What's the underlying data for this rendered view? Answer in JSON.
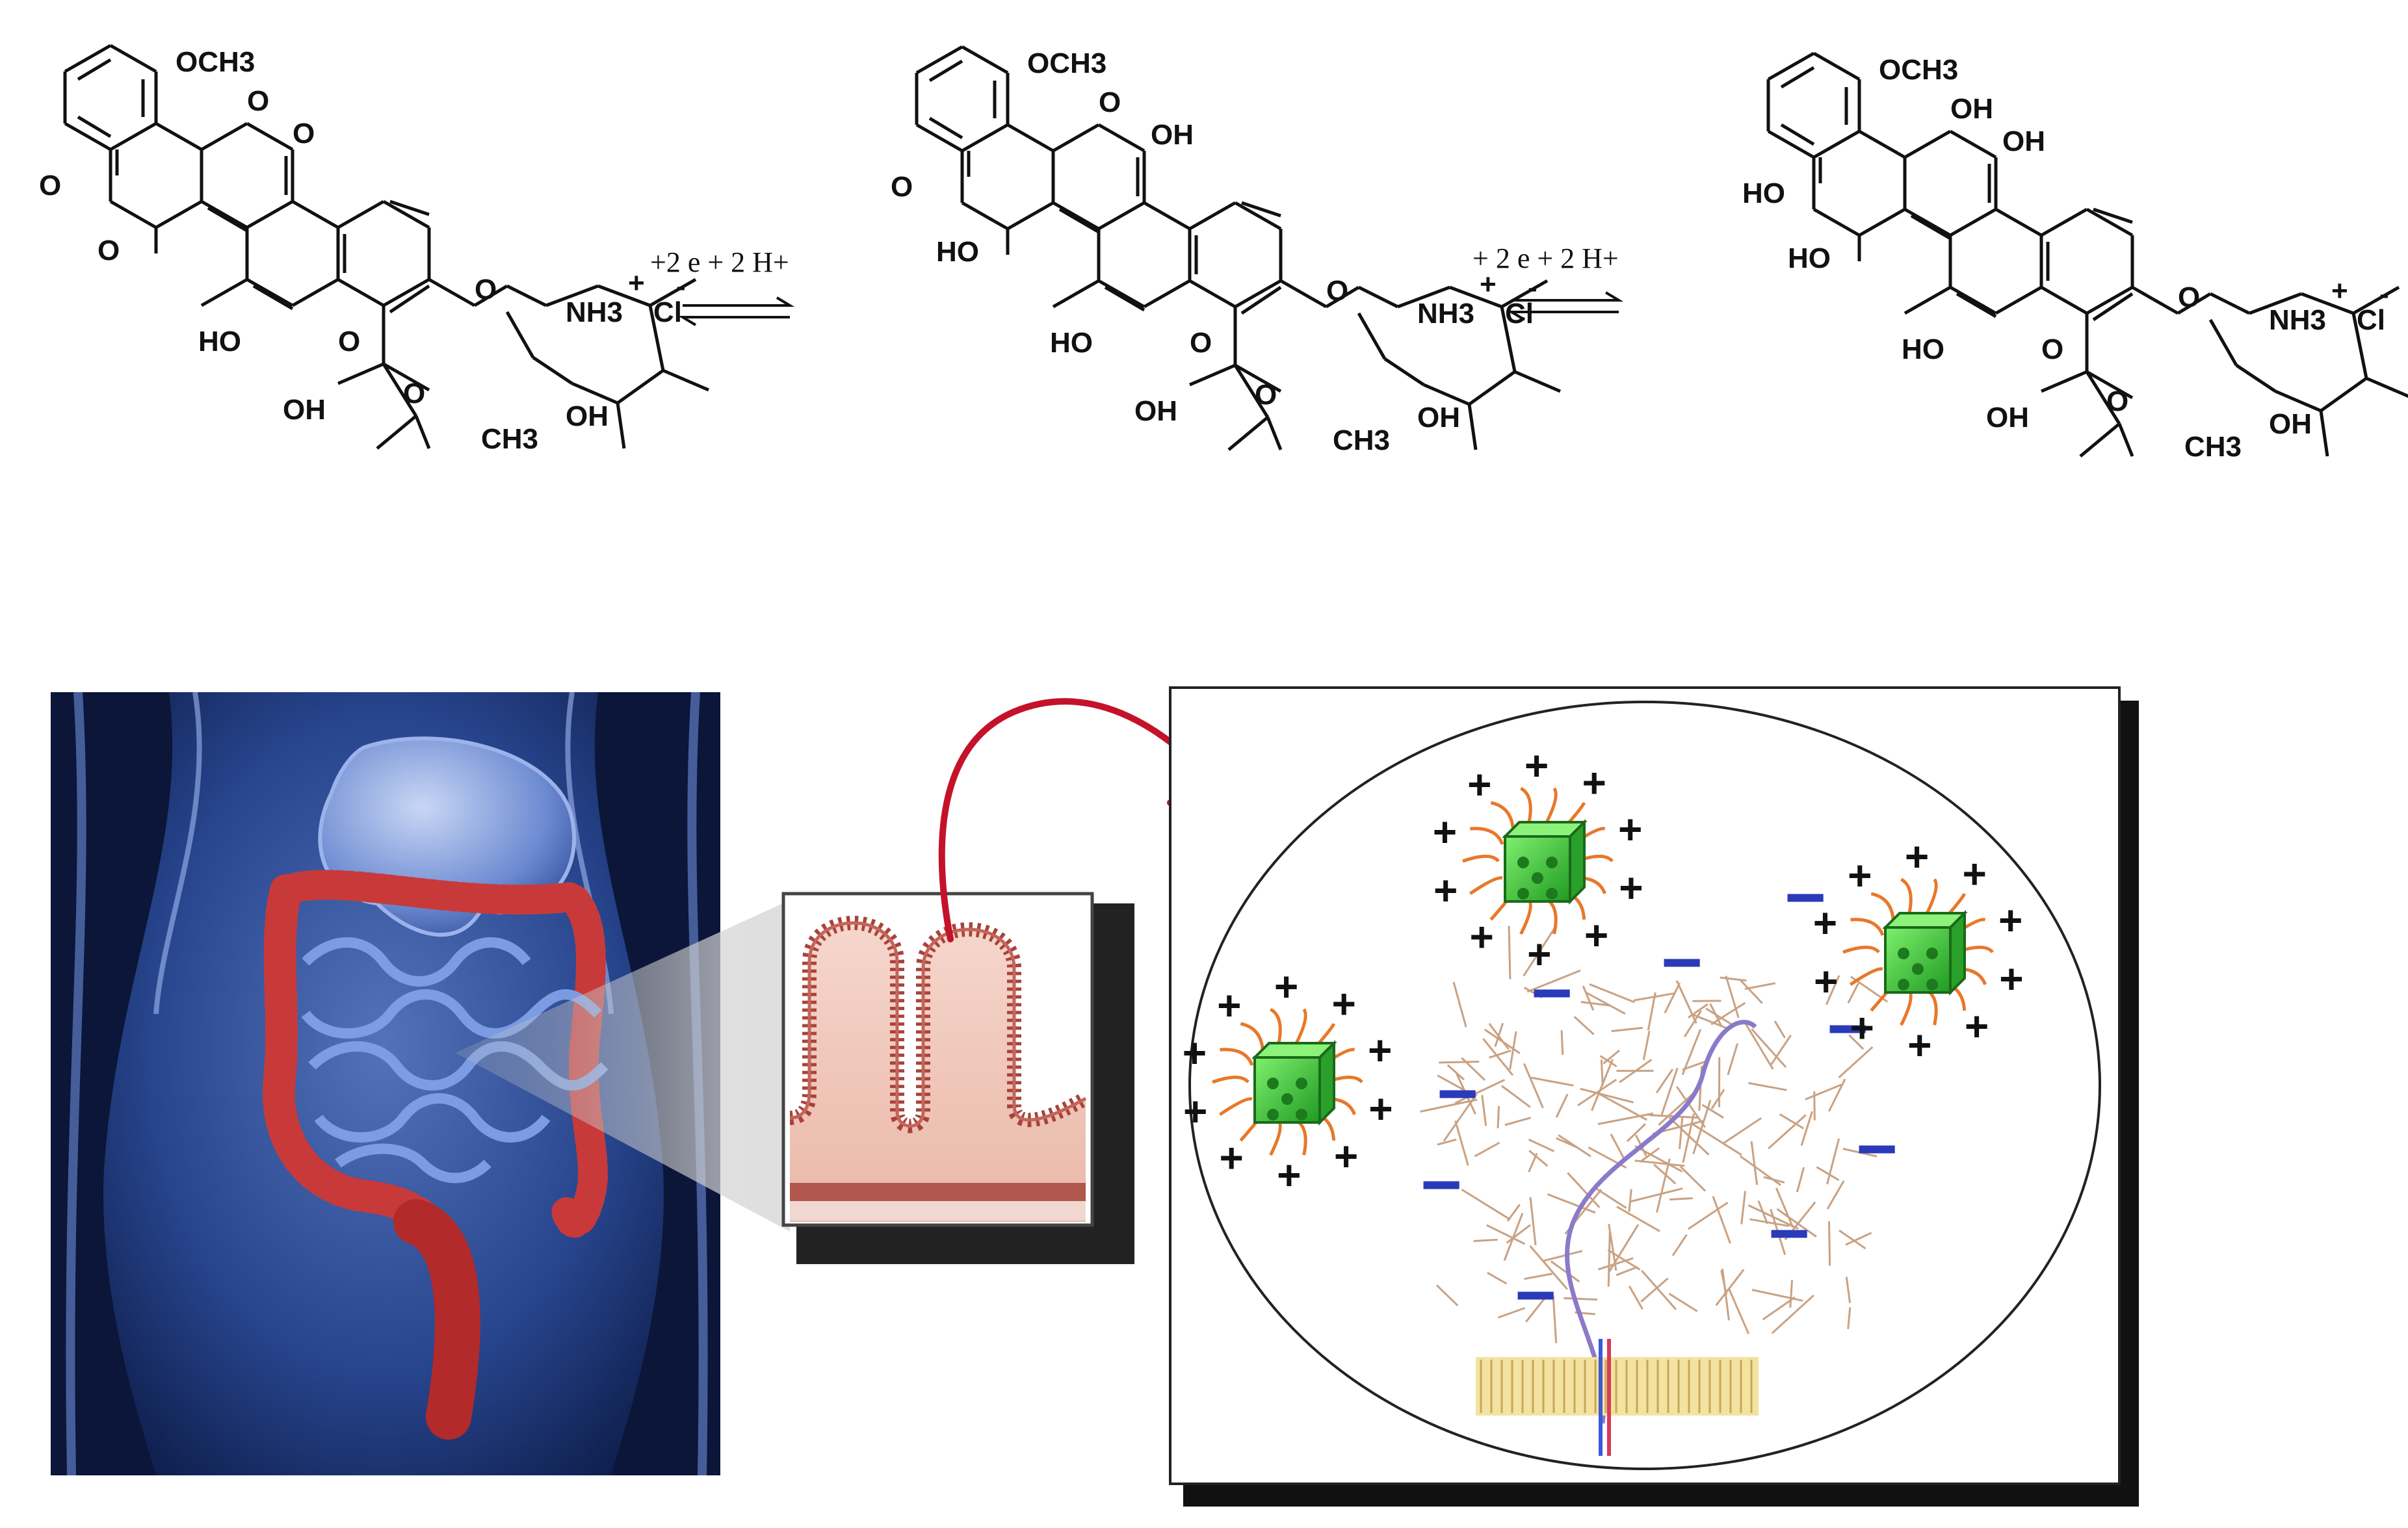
{
  "molecules": [
    {
      "id": "quinone",
      "labels": {
        "methoxy": "OCH3",
        "o1": "O",
        "o2": "O",
        "o3": "O",
        "o4": "O",
        "ho_side": "HO",
        "keto_o": "O",
        "ring_o_link": "O",
        "oh_chain": "OH",
        "ring_o": "O",
        "nh3": "NH3",
        "nh3_charge": "+",
        "cl": "Cl",
        "cl_charge": "-",
        "oh_ring": "OH",
        "ch3": "CH3"
      }
    },
    {
      "id": "semiquinone",
      "labels": {
        "methoxy": "OCH3",
        "o1": "O",
        "o2": "O",
        "oh_a": "OH",
        "ho_a": "HO",
        "ho_side": "HO",
        "keto_o": "O",
        "ring_o_link": "O",
        "oh_chain": "OH",
        "ring_o": "O",
        "nh3": "NH3",
        "nh3_charge": "+",
        "cl": "Cl",
        "cl_charge": "-",
        "oh_ring": "OH",
        "ch3": "CH3"
      }
    },
    {
      "id": "hydroquinone",
      "labels": {
        "methoxy": "OCH3",
        "oh_a": "OH",
        "ho_a": "HO",
        "oh_b": "OH",
        "ho_b": "HO",
        "ho_side": "HO",
        "keto_o": "O",
        "ring_o_link": "O",
        "oh_chain": "OH",
        "ring_o": "O",
        "nh3": "NH3",
        "nh3_charge": "+",
        "cl": "Cl",
        "cl_charge": "-",
        "oh_ring": "OH",
        "ch3": "CH3"
      }
    }
  ],
  "reactions": [
    {
      "label": "+2 e + 2 H+"
    },
    {
      "label": "+ 2 e + 2 H+"
    }
  ],
  "charges": {
    "plus": "+",
    "minus": "−"
  },
  "colors": {
    "body_blue": "#3a5da8",
    "colon_red": "#c83a3a",
    "villus_pink": "#e8a99a",
    "arrow_red": "#c4122a",
    "particle_green": "#3fc23a",
    "ligand_orange": "#e8782a",
    "minus_blue": "#2a3ab8",
    "mucin_tan": "#c9a283",
    "membrane_yellow": "#f3e2a0"
  }
}
